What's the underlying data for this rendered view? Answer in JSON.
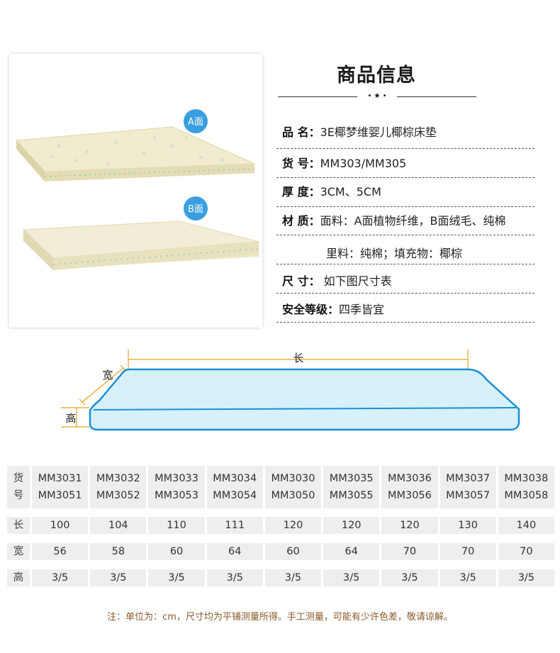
{
  "product_image": {
    "label_a": "A面",
    "label_b": "B面"
  },
  "info": {
    "title": "商品信息",
    "divider_glyph": "• ★ •",
    "rows": [
      {
        "label": "品 名：",
        "value": "3E椰梦维婴儿椰棕床垫"
      },
      {
        "label": "货 号：",
        "value": "MM303/MM305"
      },
      {
        "label": "厚 度：",
        "value": "3CM、5CM"
      },
      {
        "label": "材 质：",
        "value": "面料：A面植物纤维，B面绒毛、纯棉"
      },
      {
        "label": "",
        "value": "里料：纯棉；填充物：椰棕"
      },
      {
        "label": "尺 寸：",
        "value": " 如下图尺寸表"
      },
      {
        "label": "安全等级：",
        "value": "四季皆宜"
      }
    ]
  },
  "diagram": {
    "length_label": "长",
    "width_label": "宽",
    "height_label": "高",
    "colors": {
      "fill": "#d6f1fb",
      "stroke": "#1b8fd6",
      "guide": "#e3a21a"
    }
  },
  "size_table": {
    "row_headers": {
      "model": [
        "货",
        "号"
      ],
      "length": "长",
      "width": "宽",
      "height": "高"
    },
    "columns": [
      {
        "model_top": "MM3031",
        "model_bottom": "MM3051",
        "length": "100",
        "width": "56",
        "height": "3/5"
      },
      {
        "model_top": "MM3032",
        "model_bottom": "MM3052",
        "length": "104",
        "width": "58",
        "height": "3/5"
      },
      {
        "model_top": "MM3033",
        "model_bottom": "MM3053",
        "length": "110",
        "width": "60",
        "height": "3/5"
      },
      {
        "model_top": "MM3034",
        "model_bottom": "MM3054",
        "length": "111",
        "width": "64",
        "height": "3/5"
      },
      {
        "model_top": "MM3030",
        "model_bottom": "MM3050",
        "length": "120",
        "width": "60",
        "height": "3/5"
      },
      {
        "model_top": "MM3035",
        "model_bottom": "MM3055",
        "length": "120",
        "width": "64",
        "height": "3/5"
      },
      {
        "model_top": "MM3036",
        "model_bottom": "MM3056",
        "length": "120",
        "width": "70",
        "height": "3/5"
      },
      {
        "model_top": "MM3037",
        "model_bottom": "MM3057",
        "length": "130",
        "width": "70",
        "height": "3/5"
      },
      {
        "model_top": "MM3038",
        "model_bottom": "MM3058",
        "length": "140",
        "width": "70",
        "height": "3/5"
      }
    ]
  },
  "note": "注：单位为：cm，尺寸均为平铺测量所得。手工测量，可能有少许色差，敬请谅解。"
}
